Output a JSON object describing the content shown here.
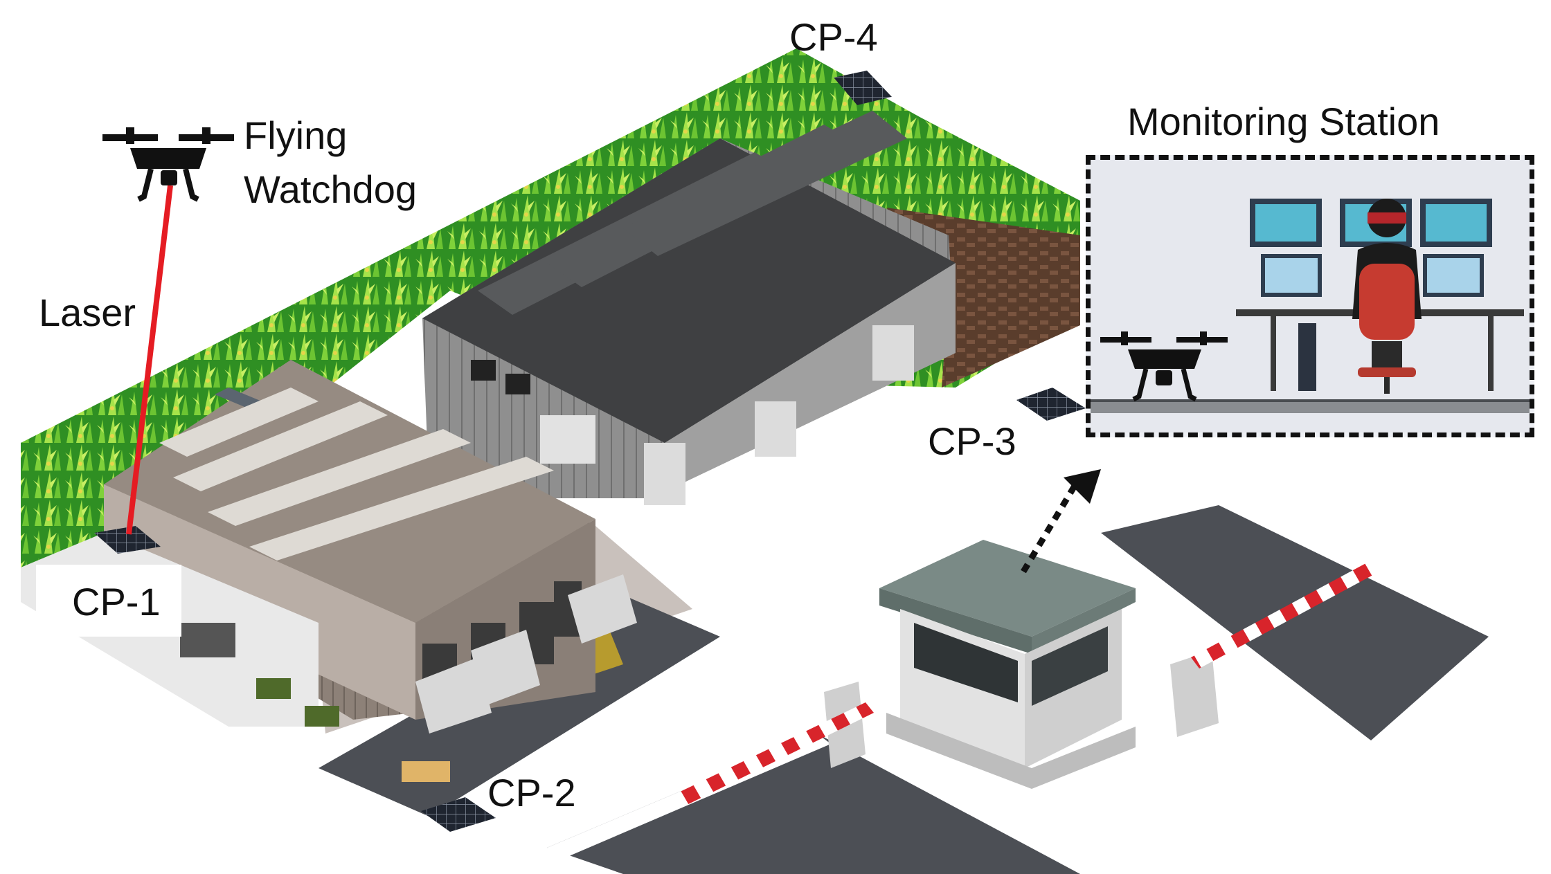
{
  "labels": {
    "cp1": "CP-1",
    "cp2": "CP-2",
    "cp3": "CP-3",
    "cp4": "CP-4",
    "flying_line1": "Flying",
    "flying_line2": "Watchdog",
    "laser": "Laser",
    "monitoring": "Monitoring Station"
  },
  "colors": {
    "laser": "#e51c23",
    "crop": "#3fae2a",
    "soil": "#6b4a35",
    "roof_dark": "#4a4a4a",
    "roof_light": "#9c9188",
    "road": "#4c4f55",
    "barrier_red": "#d8242b"
  },
  "icons": [
    "drone-icon",
    "solar-panel-icon",
    "warehouse-icon",
    "barn-icon",
    "guard-booth-icon",
    "barrier-gate-icon",
    "operator-icon",
    "cornfield-icon",
    "truck-icon"
  ]
}
